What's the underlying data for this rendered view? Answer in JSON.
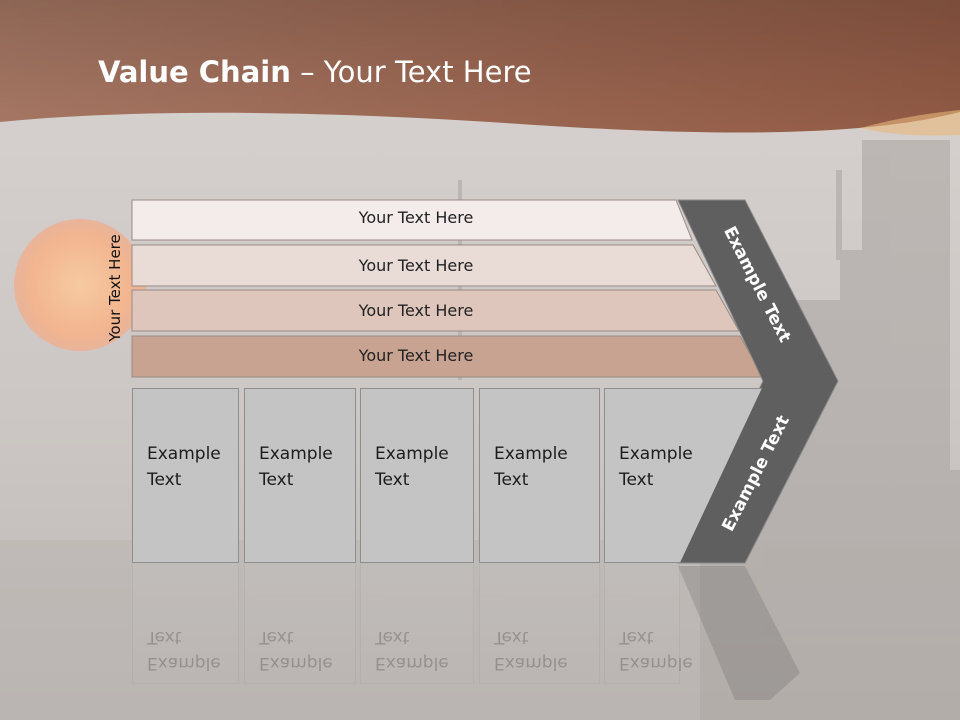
{
  "slide": {
    "title_bold": "Value Chain",
    "title_rest": " – Your Text Here",
    "side_label": "Your Text Here"
  },
  "bars": [
    {
      "label": "Your Text Here",
      "color": "#f3eceb"
    },
    {
      "label": "Your Text Here",
      "color": "#e9dbd6"
    },
    {
      "label": "Your Text Here",
      "color": "#dec6bc"
    },
    {
      "label": "Your Text Here",
      "color": "#c9a391"
    }
  ],
  "cards": [
    {
      "line1": "Example",
      "line2": "Text"
    },
    {
      "line1": "Example",
      "line2": "Text"
    },
    {
      "line1": "Example",
      "line2": "Text"
    },
    {
      "line1": "Example",
      "line2": "Text"
    },
    {
      "line1": "Example",
      "line2": "Text"
    }
  ],
  "chevron": {
    "upper_text": "Example Text",
    "lower_text": "Example Text",
    "color": "#5f5f5f"
  },
  "colors": {
    "header": "#9a6550",
    "sun": "#f4b890",
    "card": "#c4c4c4"
  }
}
